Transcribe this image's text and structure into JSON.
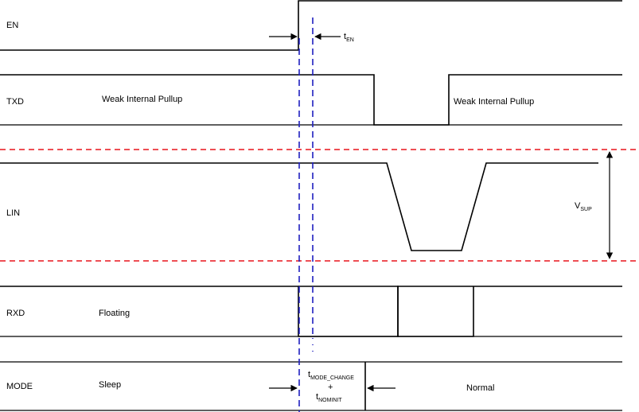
{
  "signals": {
    "en": "EN",
    "txd": "TXD",
    "lin": "LIN",
    "rxd": "RXD",
    "mode": "MODE"
  },
  "annotations": {
    "txd_left": "Weak Internal Pullup",
    "txd_right": "Weak Internal Pullup",
    "rxd_left": "Floating",
    "mode_left": "Sleep",
    "mode_right": "Normal"
  },
  "timing": {
    "t_en_main": "t",
    "t_en_sub": "EN",
    "t_mode_change_main": "t",
    "t_mode_change_sub": "MODE_CHANGE",
    "plus": "+",
    "t_nominit_main": "t",
    "t_nominit_sub": "NOMINIT"
  },
  "vsup": {
    "main": "V",
    "sub": "SUP"
  },
  "colors": {
    "supply_rails": "#e8141b",
    "en_marker": "#1f1fbf",
    "waveforms": "#000000"
  }
}
